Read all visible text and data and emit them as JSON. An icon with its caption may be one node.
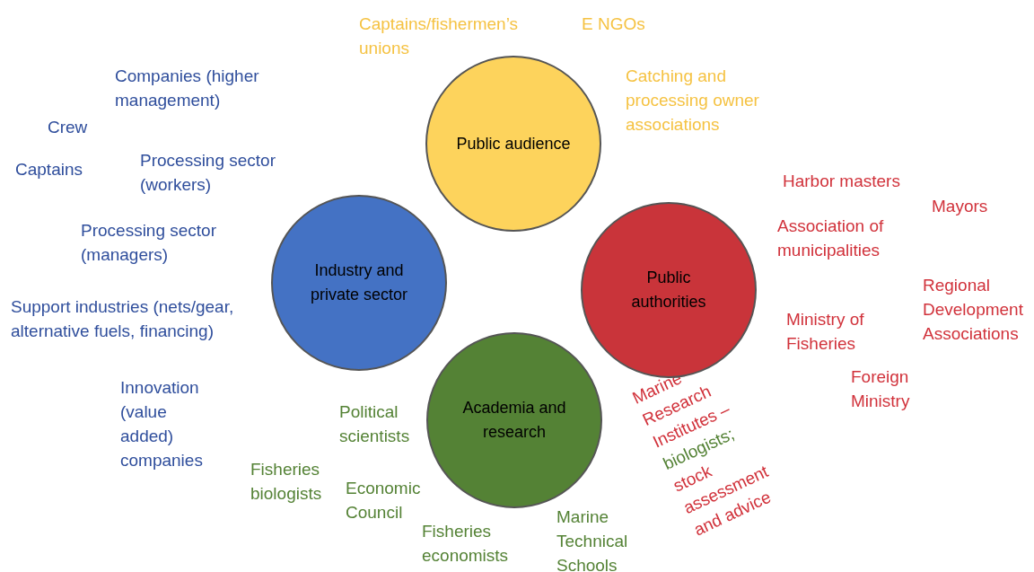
{
  "diagram": {
    "nodes": [
      {
        "text": [
          "Public audience"
        ],
        "beside": [
          "Captains/fishermen’s unions",
          "E NGOs",
          "Catching and processing owner associations"
        ]
      },
      {
        "text": [
          "Industry and private sector"
        ],
        "beside": [
          "Companies (higher management)",
          "Crew",
          "Captains",
          "Processing sector (workers)",
          "Processing sector (managers)",
          "Support industries (nets/gear, alternative fuels, financing)",
          "Innovation (value added) companies"
        ]
      },
      {
        "text": [
          "Public authorities"
        ],
        "beside": [
          "Harbor masters",
          "Mayors",
          "Association of municipalities",
          "Regional Development Associations",
          "Ministry of Fisheries",
          "Foreign Ministry",
          "Marine Research Institutes –",
          "stock assessment and advice"
        ]
      },
      {
        "text": [
          "Academia and research"
        ],
        "beside": [
          "Political scientists",
          "Fisheries biologists",
          "Economic Council",
          "Fisheries economists",
          "Marine Technical Schools",
          "biologists;"
        ]
      }
    ]
  }
}
